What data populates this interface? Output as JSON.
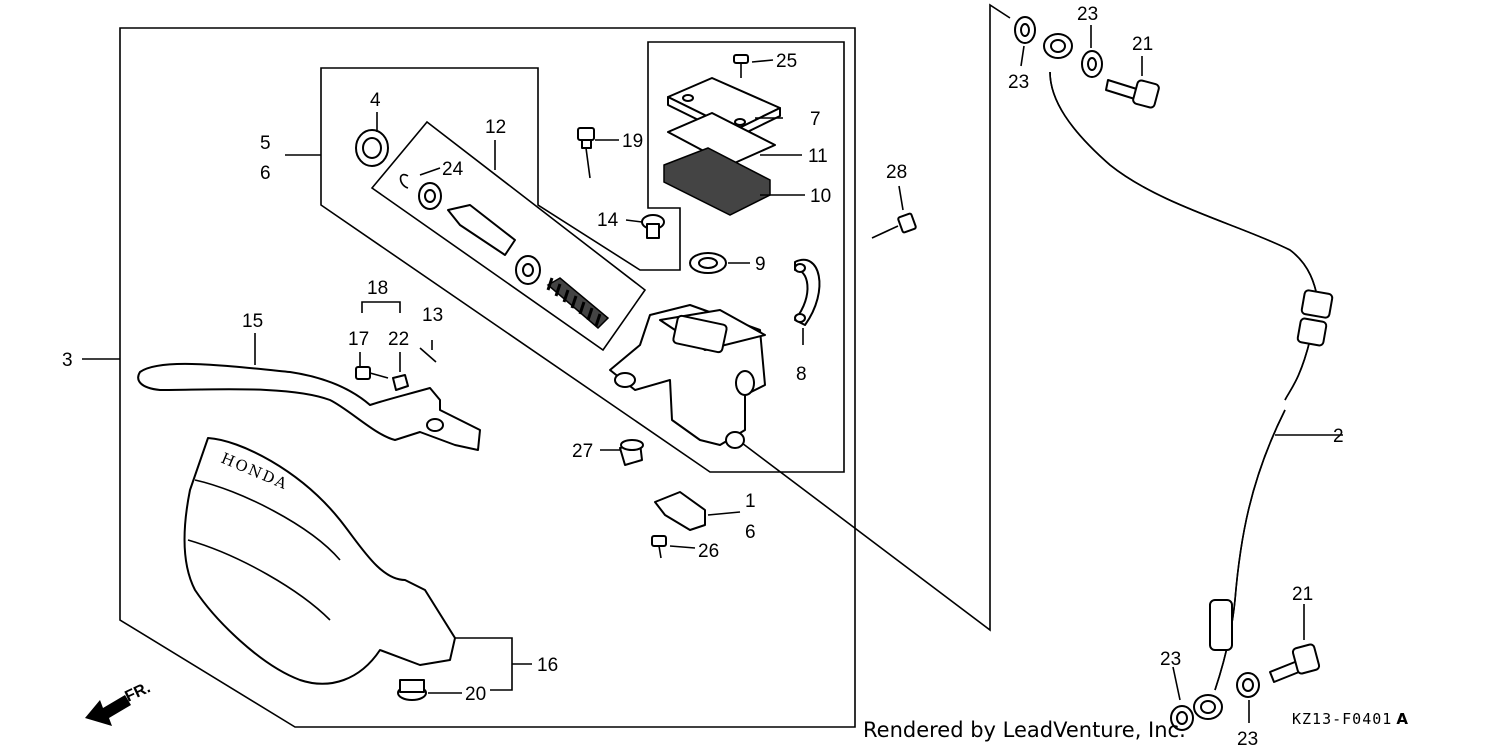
{
  "diagram": {
    "labels": {
      "p1": "1",
      "p2": "2",
      "p3": "3",
      "p4": "4",
      "p5": "5",
      "p6a": "6",
      "p6b": "6",
      "p7": "7",
      "p8": "8",
      "p9": "9",
      "p10": "10",
      "p11": "11",
      "p12": "12",
      "p13": "13",
      "p14": "14",
      "p15": "15",
      "p16": "16",
      "p17": "17",
      "p18": "18",
      "p19": "19",
      "p20": "20",
      "p21a": "21",
      "p21b": "21",
      "p22": "22",
      "p23a": "23",
      "p23b": "23",
      "p23c": "23",
      "p23d": "23",
      "p24": "24",
      "p25": "25",
      "p26": "26",
      "p27": "27",
      "p28": "28"
    },
    "guard_brand": "HONDA",
    "front_arrow": "FR.",
    "diagram_code": "KZ13-F0401",
    "diagram_suffix": "A",
    "credit": "Rendered by LeadVenture, Inc."
  }
}
